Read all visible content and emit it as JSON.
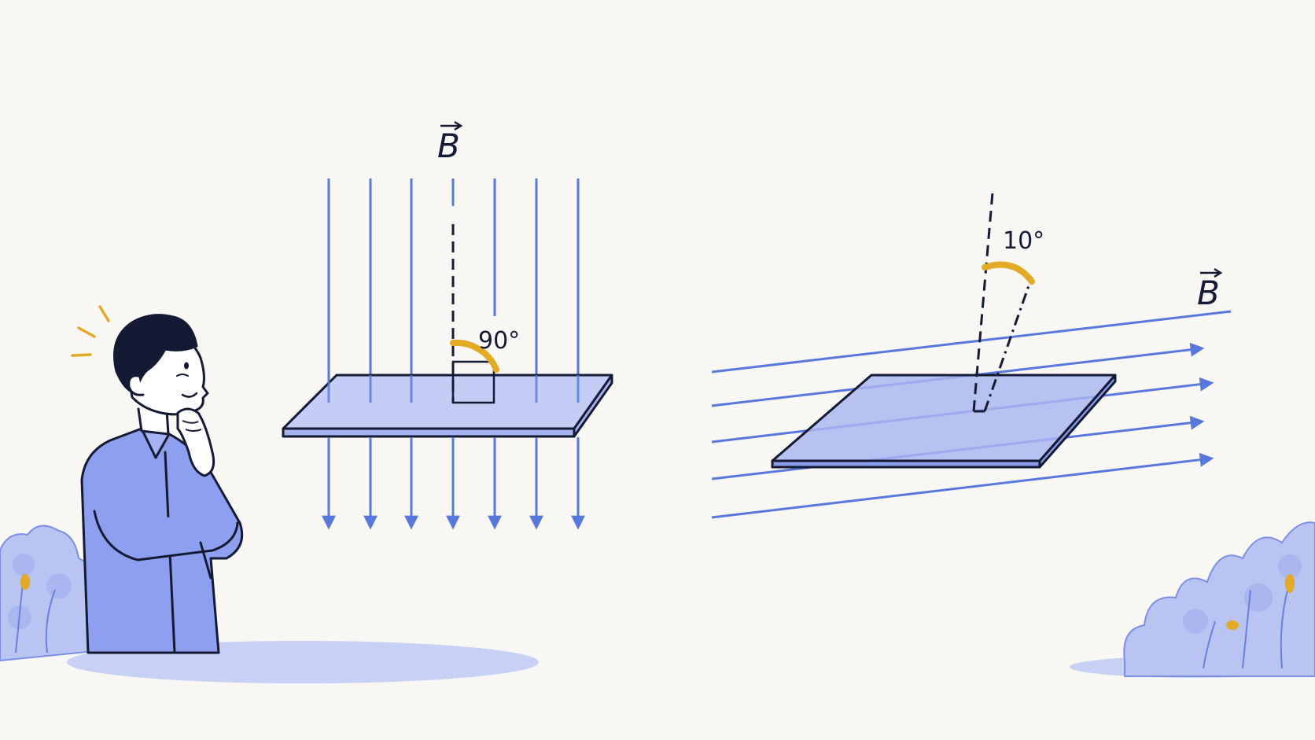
{
  "left_diagram": {
    "field_label": "B",
    "angle_label": "90°"
  },
  "right_diagram": {
    "field_label": "B",
    "angle_label": "10°"
  },
  "colors": {
    "background": "#f8f7f4",
    "field_lines": "#5878de",
    "plate_fill": "#c4cdf5",
    "angle_arc": "#e2aa25",
    "outline": "#141a33",
    "figure_shirt": "#8f9ff0",
    "bush": "#b9c4f2"
  },
  "icons": [
    "thinking-person-icon",
    "bush-icon",
    "flower-bud-icon",
    "exclamation-spark-icon"
  ]
}
